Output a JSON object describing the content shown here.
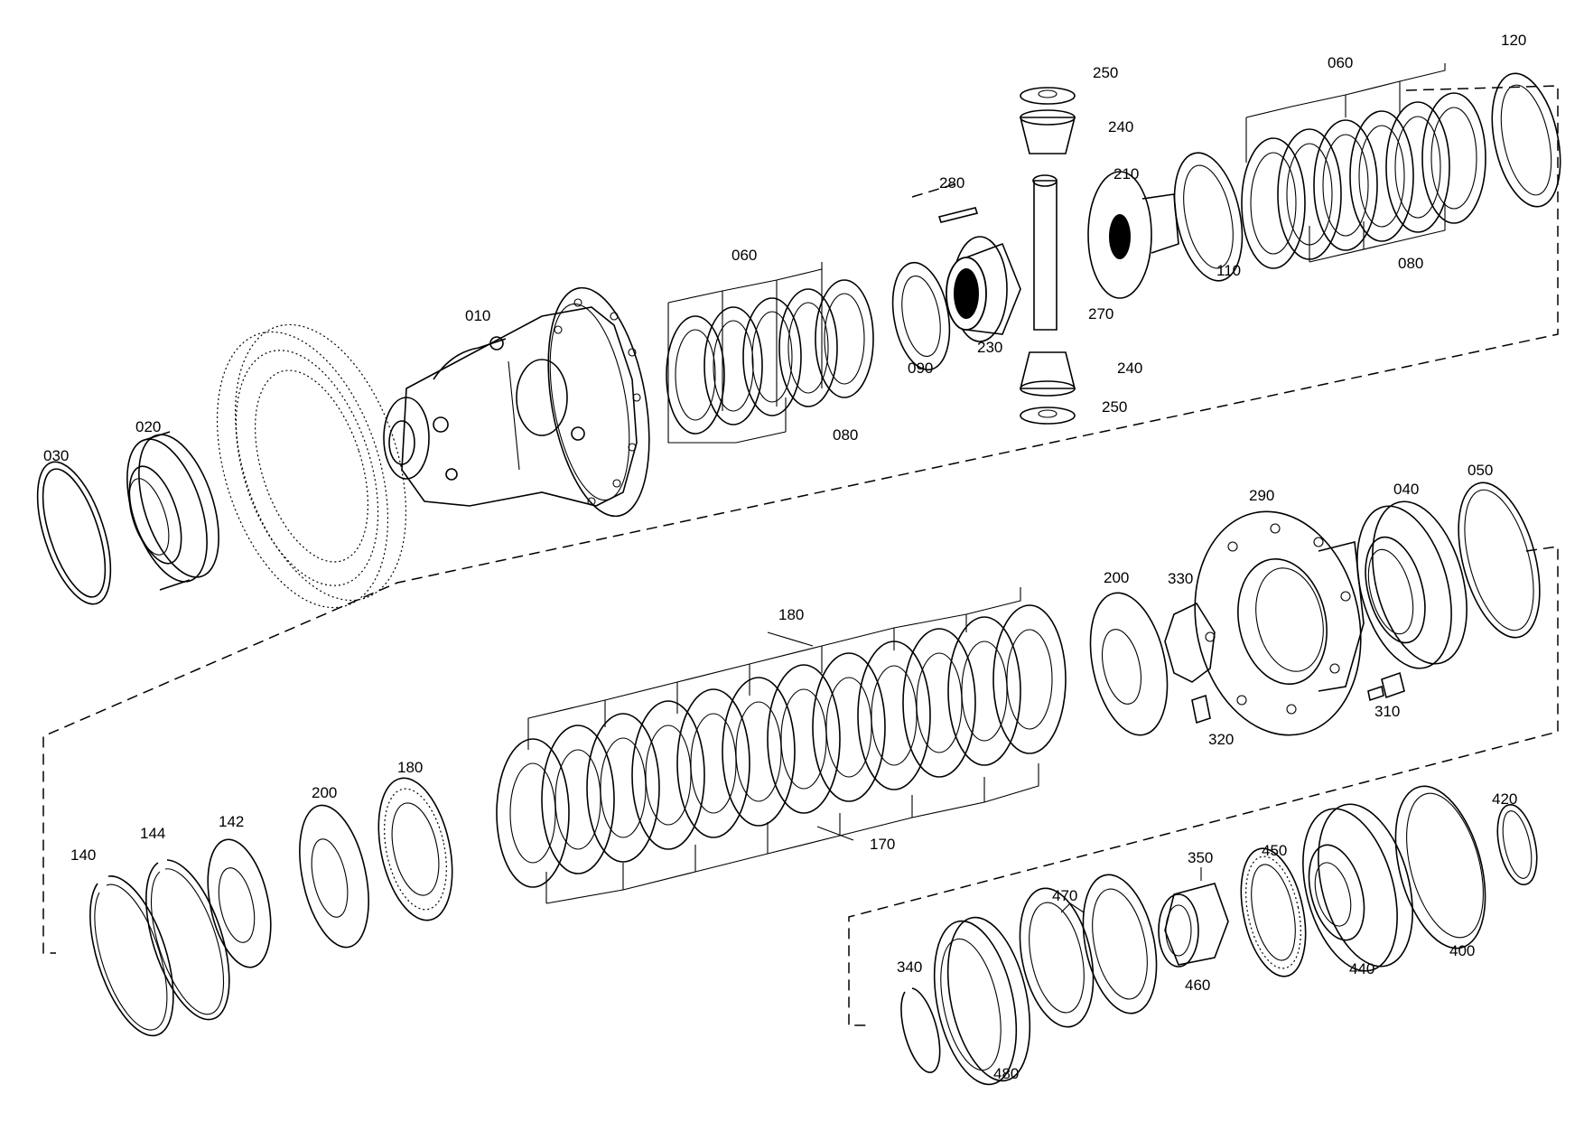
{
  "labels": {
    "p010": "010",
    "p020": "020",
    "p030": "030",
    "p040": "040",
    "p050": "050",
    "p060a": "060",
    "p060b": "060",
    "p080a": "080",
    "p080b": "080",
    "p090": "090",
    "p110": "110",
    "p120": "120",
    "p140": "140",
    "p142": "142",
    "p144": "144",
    "p170": "170",
    "p180a": "180",
    "p180b": "180",
    "p200a": "200",
    "p200b": "200",
    "p210": "210",
    "p230": "230",
    "p240a": "240",
    "p240b": "240",
    "p250a": "250",
    "p250b": "250",
    "p270": "270",
    "p280": "280",
    "p290": "290",
    "p310": "310",
    "p320": "320",
    "p330": "330",
    "p340": "340",
    "p350": "350",
    "p400": "400",
    "p420": "420",
    "p440": "440",
    "p450": "450",
    "p460": "460",
    "p470": "470",
    "p480": "480"
  }
}
